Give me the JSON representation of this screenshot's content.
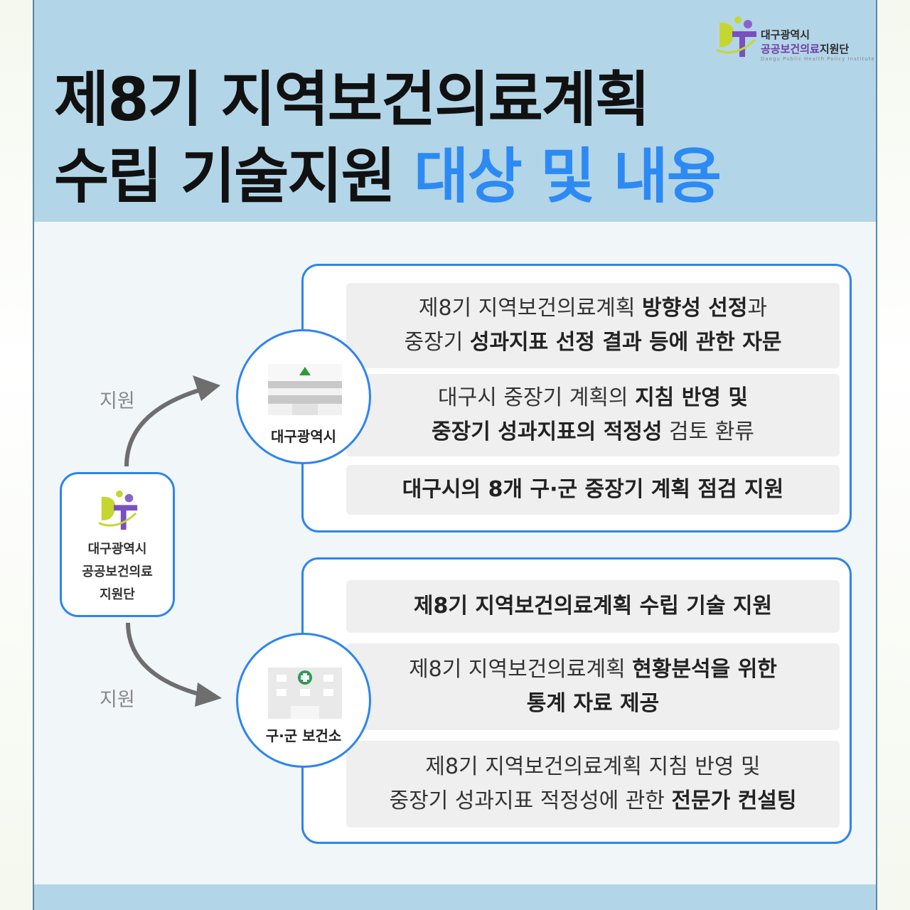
{
  "header": {
    "title_line1": "제8기 지역보건의료계획",
    "title_line2_plain": "수립 기술지원 ",
    "title_line2_accent": "대상 및 내용"
  },
  "logo": {
    "org_line1": "대구광역시",
    "org_line2_accent": "공공보건의료",
    "org_line2_plain": "지원단",
    "english": "Daegu Public Health Policy Institute"
  },
  "org_box": {
    "lines": [
      "대구광역시",
      "공공보건의료",
      "지원단"
    ]
  },
  "labels": {
    "support_top": "지원",
    "support_bottom": "지원"
  },
  "targets": [
    {
      "name": "대구광역시",
      "items": [
        [
          [
            {
              "t": "제8기 지역보건의료계획 ",
              "b": false
            },
            {
              "t": "방향성 선정",
              "b": true
            },
            {
              "t": "과",
              "b": false
            }
          ],
          [
            {
              "t": "중장기 ",
              "b": false
            },
            {
              "t": "성과지표 선정 결과 등에 관한 자문",
              "b": true
            }
          ]
        ],
        [
          [
            {
              "t": "대구시 중장기 계획의 ",
              "b": false
            },
            {
              "t": "지침 반영 및",
              "b": true
            }
          ],
          [
            {
              "t": "중장기 성과지표의 적정성",
              "b": true
            },
            {
              "t": " 검토 환류",
              "b": false
            }
          ]
        ],
        [
          [
            {
              "t": "대구시의 8개 구·군 중장기 계획 점검 지원",
              "b": true
            }
          ]
        ]
      ]
    },
    {
      "name": "구·군 보건소",
      "items": [
        [
          [
            {
              "t": "제8기 지역보건의료계획 수립 기술 지원",
              "b": true
            }
          ]
        ],
        [
          [
            {
              "t": "제8기 지역보건의료계획 ",
              "b": false
            },
            {
              "t": "현황분석을 위한",
              "b": true
            }
          ],
          [
            {
              "t": "통계 자료 제공",
              "b": true
            }
          ]
        ],
        [
          [
            {
              "t": "제8기 지역보건의료계획 지침 반영 및",
              "b": false
            }
          ],
          [
            {
              "t": "중장기 성과지표 적정성에 관한 ",
              "b": false
            },
            {
              "t": "전문가 컨설팅",
              "b": true
            }
          ]
        ]
      ]
    }
  ],
  "colors": {
    "accent": "#2d8af2",
    "border": "#2d84f0",
    "header_bg": "#b3d5e8",
    "item_bg": "#efefef"
  }
}
